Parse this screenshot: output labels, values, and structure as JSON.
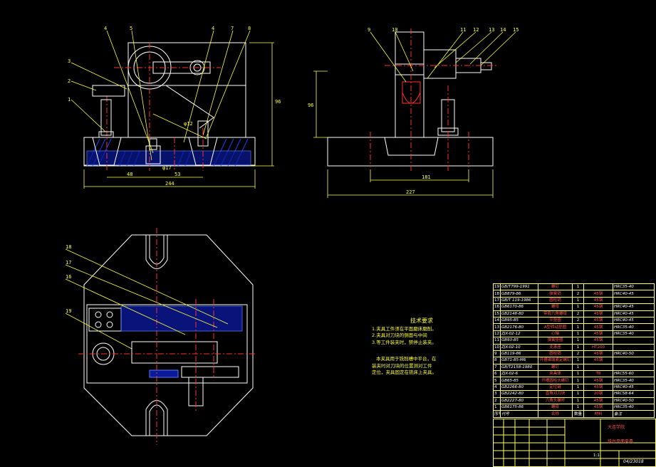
{
  "drawing": {
    "front_view": {
      "balloons": [
        "4",
        "5",
        "4",
        "7",
        "8",
        "3",
        "2",
        "1"
      ],
      "dims": [
        "48",
        "53",
        "244",
        "φ17",
        "φ12",
        "96"
      ]
    },
    "side_view": {
      "balloons": [
        "9",
        "10",
        "11",
        "12",
        "13",
        "14",
        "15"
      ],
      "dims": [
        "181",
        "227",
        "96"
      ]
    },
    "plan_view": {
      "balloons": [
        "18",
        "17",
        "16",
        "19"
      ]
    }
  },
  "tech": {
    "title": "技术要求",
    "lines": [
      "1.夹具工件须在平面磨床磨削。",
      "2.夹具对刀块的侧面与中间",
      "3.等工件装夹时，禁停止装夹。"
    ],
    "note_lines": [
      "本夹具用于铣削槽中平台，在",
      "装夹时对刀块的位置测对工件",
      "定位，夹具固定在铣床上夹具。"
    ]
  },
  "bom": [
    {
      "no": "19",
      "code": "GB/T799-1991",
      "name": "螺钉",
      "qty": "1",
      "mat": "",
      "note": "HRC35-40"
    },
    {
      "no": "18",
      "code": "GB879-86",
      "name": "弹簧销",
      "qty": "2",
      "mat": "45钢",
      "note": "HRC40-45"
    },
    {
      "no": "17",
      "code": "GB/T 119-1986",
      "name": "圆柱销",
      "qty": "1",
      "mat": "45钢",
      "note": ""
    },
    {
      "no": "16",
      "code": "GB6170-86",
      "name": "螺母",
      "qty": "1",
      "mat": "45钢",
      "note": "HRC40-45"
    },
    {
      "no": "15",
      "code": "GB2148-80",
      "name": "带肩六角螺母",
      "qty": "2",
      "mat": "45钢",
      "note": "HRC40-45"
    },
    {
      "no": "14",
      "code": "GB95-85",
      "name": "平垫圈",
      "qty": "2",
      "mat": "45钢",
      "note": "HRC40-45"
    },
    {
      "no": "13",
      "code": "GB2176-80",
      "name": "A型转动垫圈",
      "qty": "1",
      "mat": "45钢",
      "note": "HRC35-40"
    },
    {
      "no": "12",
      "code": "ZJX-02-12",
      "name": "心轴",
      "qty": "1",
      "mat": "45钢",
      "note": "HRC35-40"
    },
    {
      "no": "11",
      "code": "GB93-85",
      "name": "弹簧垫圈",
      "qty": "1",
      "mat": "45钢",
      "note": ""
    },
    {
      "no": "10",
      "code": "ZJX-02-10",
      "name": "支承座",
      "qty": "1",
      "mat": "HT200",
      "note": ""
    },
    {
      "no": "9",
      "code": "GB119-86",
      "name": "圆柱销",
      "qty": "2",
      "mat": "45钢",
      "note": "HRC40-50"
    },
    {
      "no": "8",
      "code": "GB71-85-M6",
      "name": "开槽锥端紧定螺钉",
      "qty": "1",
      "mat": "45钢",
      "note": ""
    },
    {
      "no": "7",
      "code": "GB/T2158-1980",
      "name": "螺钉",
      "qty": "1",
      "mat": "",
      "note": ""
    },
    {
      "no": "6",
      "code": "ZJX-02-6",
      "name": "夹具体",
      "qty": "1",
      "mat": "T8",
      "note": "HRC55-60"
    },
    {
      "no": "5",
      "code": "GB65-85",
      "name": "开槽圆柱头螺钉",
      "qty": "1",
      "mat": "45钢",
      "note": "HRC35-40"
    },
    {
      "no": "4",
      "code": "GB2266-80",
      "name": "定位键",
      "qty": "1",
      "mat": "45钢",
      "note": "HRC40-45"
    },
    {
      "no": "3",
      "code": "GB2242-80",
      "name": "直角对刀块",
      "qty": "1",
      "mat": "20钢",
      "note": "HRC58-64"
    },
    {
      "no": "2",
      "code": "GB2227-80",
      "name": "六角头螺杆",
      "qty": "1",
      "mat": "45钢",
      "note": "HRC40-50"
    },
    {
      "no": "1",
      "code": "GB6175-86",
      "name": "螺母",
      "qty": "1",
      "mat": "45钢",
      "note": "HRC35-40"
    }
  ],
  "bom_header": {
    "no": "序号",
    "code": "代号",
    "name": "名称",
    "qty": "数量",
    "mat": "材料",
    "note": "备注"
  },
  "title_block": {
    "school": "大连学院",
    "drawing_name": "铣台平面夹具",
    "scale": "1:1",
    "drawing_no": "04/23018"
  }
}
